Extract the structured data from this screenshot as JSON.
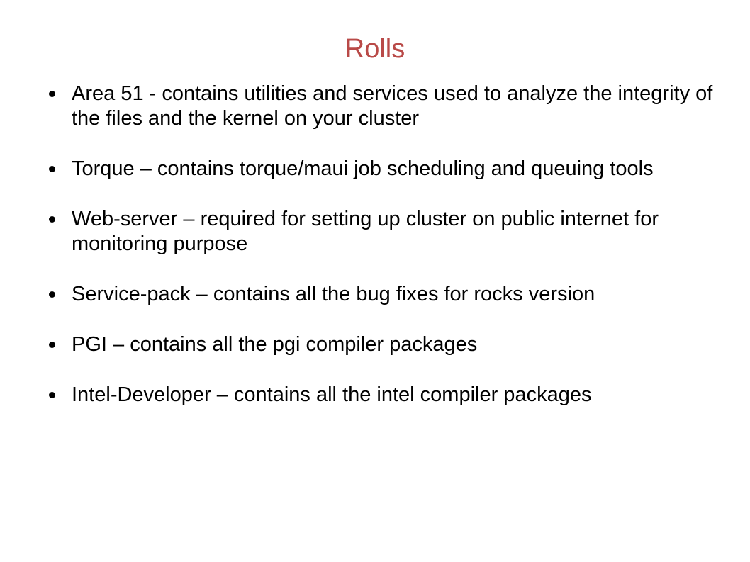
{
  "slide": {
    "title": "Rolls",
    "title_color": "#b94a48",
    "bullets": [
      "Area 51 - contains utilities and services used to analyze the integrity of the files and the kernel on your cluster",
      "Torque – contains torque/maui job scheduling and queuing tools",
      "Web-server – required for setting up cluster on public internet for monitoring purpose",
      "Service-pack – contains all the bug fixes for rocks version",
      "PGI – contains all the pgi compiler packages",
      "Intel-Developer – contains all the intel compiler packages"
    ]
  }
}
